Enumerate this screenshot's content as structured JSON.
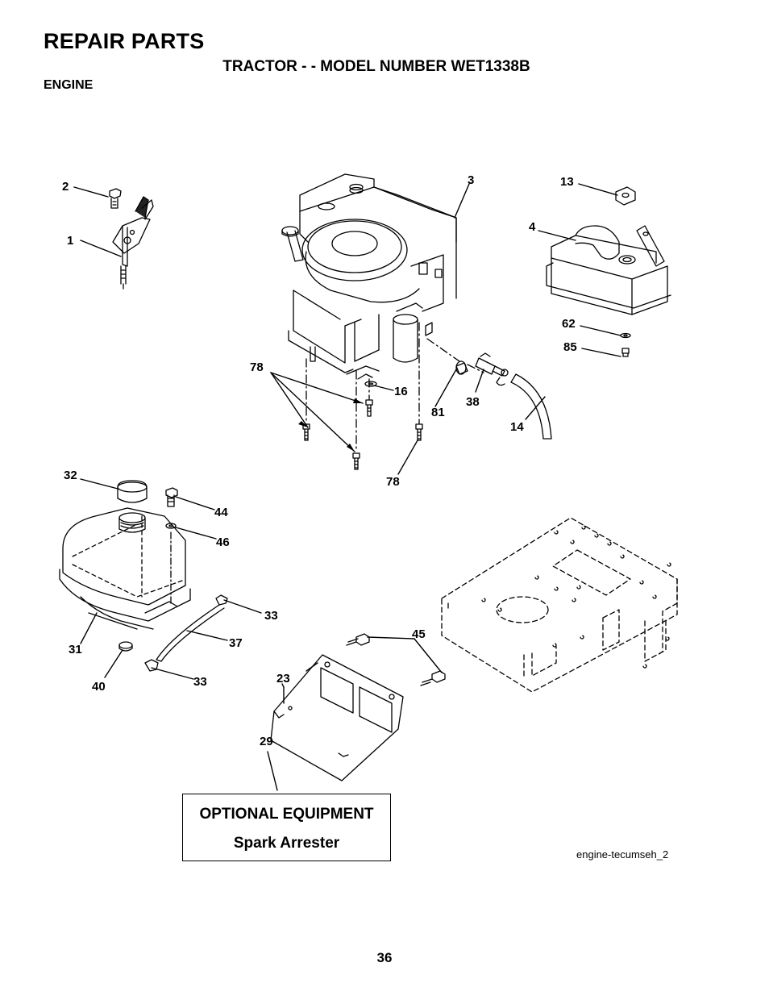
{
  "header": {
    "title": "REPAIR PARTS",
    "subtitle": "TRACTOR - - MODEL NUMBER WET1338B",
    "section": "ENGINE"
  },
  "callouts": {
    "c1": "1",
    "c2": "2",
    "c3": "3",
    "c4": "4",
    "c13": "13",
    "c62": "62",
    "c85": "85",
    "c78a": "78",
    "c16": "16",
    "c81": "81",
    "c38": "38",
    "c14": "14",
    "c78b": "78",
    "c32": "32",
    "c44": "44",
    "c46": "46",
    "c33a": "33",
    "c37": "37",
    "c31": "31",
    "c40": "40",
    "c33b": "33",
    "c45": "45",
    "c23": "23",
    "c29": "29"
  },
  "optional_box": {
    "title": "OPTIONAL EQUIPMENT",
    "item": "Spark Arrester"
  },
  "figure_id": "engine-tecumseh_2",
  "page_number": "36"
}
